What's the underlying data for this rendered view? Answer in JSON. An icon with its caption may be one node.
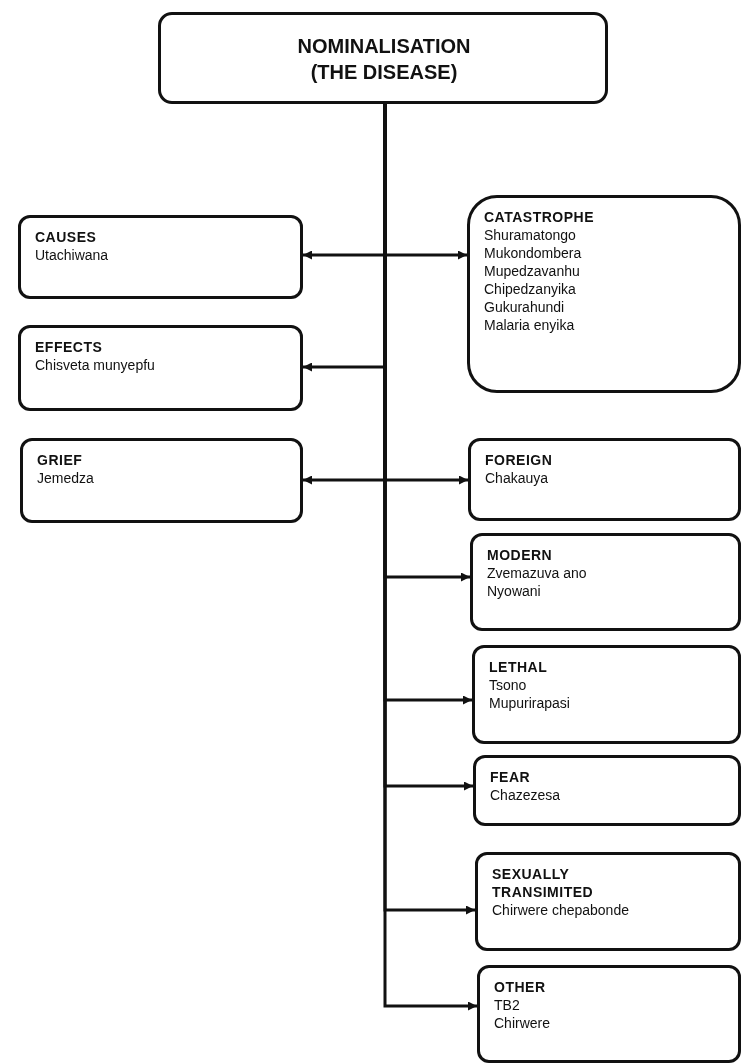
{
  "diagram": {
    "nodes": [
      {
        "text": [
          "NOMINALISATION (THE DISEASE)"
        ]
      },
      {
        "text": [
          "CAUSES",
          "Utachiwana"
        ]
      },
      {
        "text": [
          "EFFECTS",
          "Chisveta munyepfu"
        ]
      },
      {
        "text": [
          "GRIEF",
          "Jemedza"
        ]
      },
      {
        "text": [
          "CATASTROPHE",
          "Shuramatongo",
          "Mukondombera",
          "Mupedzavanhu",
          "Chipedzanyika",
          "Gukurahundi",
          "Malaria enyika"
        ]
      },
      {
        "text": [
          "FOREIGN",
          "Chakauya"
        ]
      },
      {
        "text": [
          "MODERN",
          "Zvemazuva ano",
          "Nyowani"
        ]
      },
      {
        "text": [
          "LETHAL",
          "Tsono",
          "Mupurirapasi"
        ]
      },
      {
        "text": [
          "FEAR",
          "Chazezesa"
        ]
      },
      {
        "text": [
          "SEXUALLY TRANSIMITED",
          "Chirwere chepabonde"
        ]
      },
      {
        "text": [
          "OTHER",
          "TB2",
          "Chirwere"
        ]
      }
    ],
    "edges": [
      {
        "from": 0,
        "to": 1,
        "arrow": "to"
      },
      {
        "from": 0,
        "to": 2,
        "arrow": "to"
      },
      {
        "from": 0,
        "to": 3,
        "arrow": "to"
      },
      {
        "from": 0,
        "to": 4,
        "arrow": "to"
      },
      {
        "from": 0,
        "to": 5,
        "arrow": "to"
      },
      {
        "from": 0,
        "to": 6,
        "arrow": "to"
      },
      {
        "from": 0,
        "to": 7,
        "arrow": "to"
      },
      {
        "from": 0,
        "to": 8,
        "arrow": "to"
      },
      {
        "from": 0,
        "to": 9,
        "arrow": "to"
      },
      {
        "from": 0,
        "to": 10,
        "arrow": "to"
      }
    ]
  }
}
